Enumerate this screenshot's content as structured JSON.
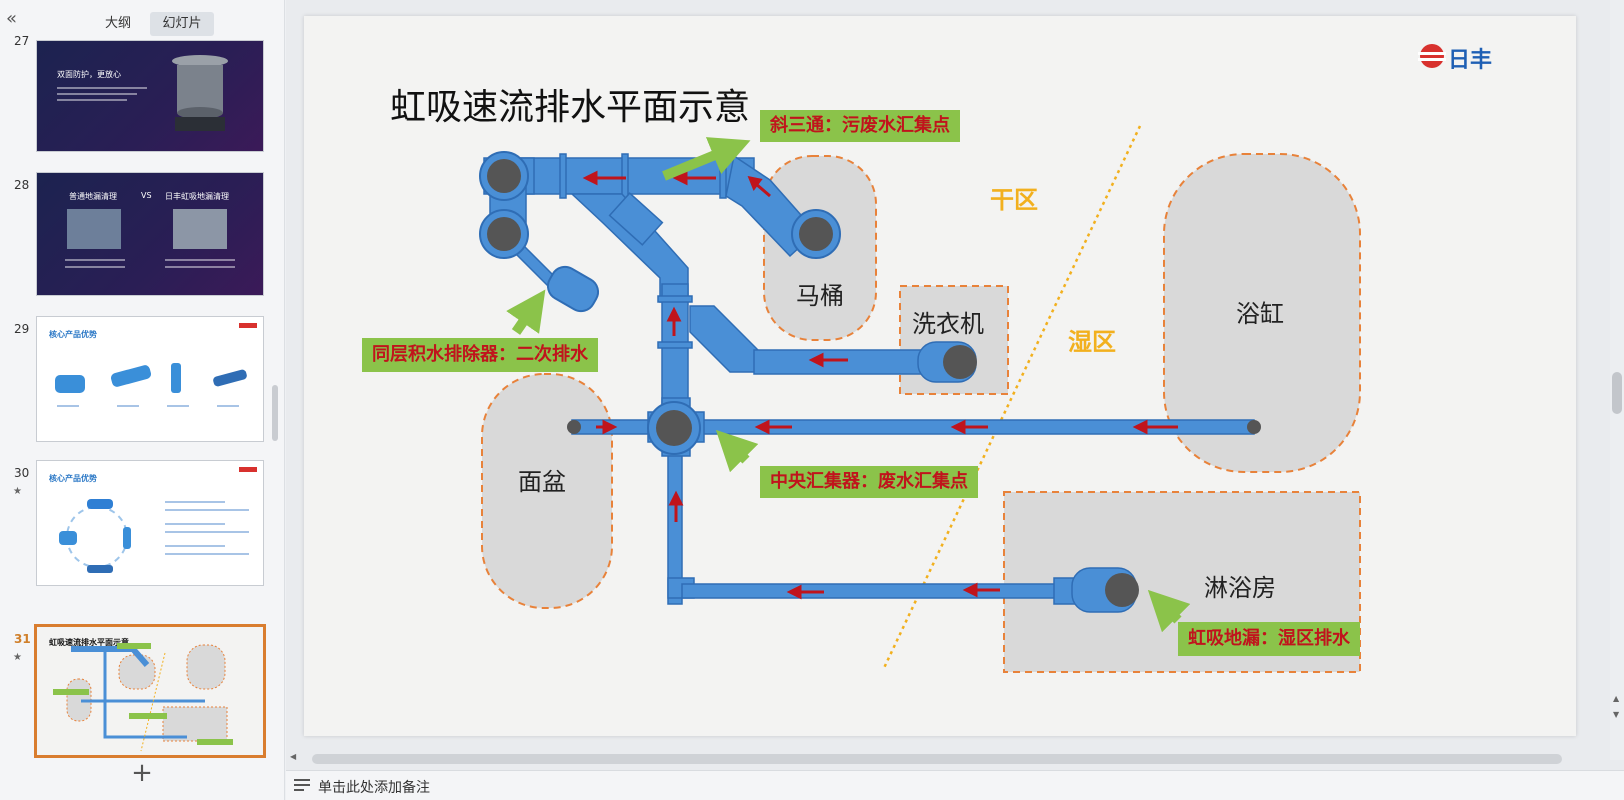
{
  "panel": {
    "collapse_icon": "double-chevron-left-icon",
    "tabs": [
      {
        "label": "大纲",
        "active": false
      },
      {
        "label": "幻灯片",
        "active": true
      }
    ],
    "add_slide_icon": "plus-icon"
  },
  "thumbnails": [
    {
      "number": "27",
      "title": "双面防护，更放心",
      "theme": "dark"
    },
    {
      "number": "28",
      "title": "普通地漏清理",
      "vs": "VS",
      "title2": "日丰虹吸地漏清理",
      "theme": "dark"
    },
    {
      "number": "29",
      "title": "核心产品优势",
      "theme": "light"
    },
    {
      "number": "30",
      "title": "核心产品优势",
      "theme": "light",
      "star": "★"
    },
    {
      "number": "31",
      "title": "虹吸速流排水平面示意",
      "theme": "light",
      "star": "★",
      "active": true
    }
  ],
  "slide": {
    "title": "虹吸速流排水平面示意",
    "logo_text": "日丰",
    "rooms": {
      "toilet": "马桶",
      "washer": "洗衣机",
      "bathtub": "浴缸",
      "basin": "面盆",
      "shower": "淋浴房"
    },
    "zones": {
      "dry": "干区",
      "wet": "湿区"
    },
    "callouts": {
      "tee": "斜三通：污废水汇集点",
      "secondary": "同层积水排除器：二次排水",
      "central": "中央汇集器：废水汇集点",
      "floor_drain": "虹吸地漏：湿区排水"
    },
    "colors": {
      "pipe": "#4a8fd6",
      "pipe_dark": "#2f6db5",
      "flow_arrow": "#c0141c",
      "callout_bg": "#8bc34a",
      "callout_text": "#c0141c",
      "zone_text": "#f2b01e",
      "dashed_border": "#e8823a",
      "room_fill": "#d9d9d9"
    }
  },
  "notes": {
    "placeholder": "单击此处添加备注",
    "icon": "notes-list-icon"
  }
}
